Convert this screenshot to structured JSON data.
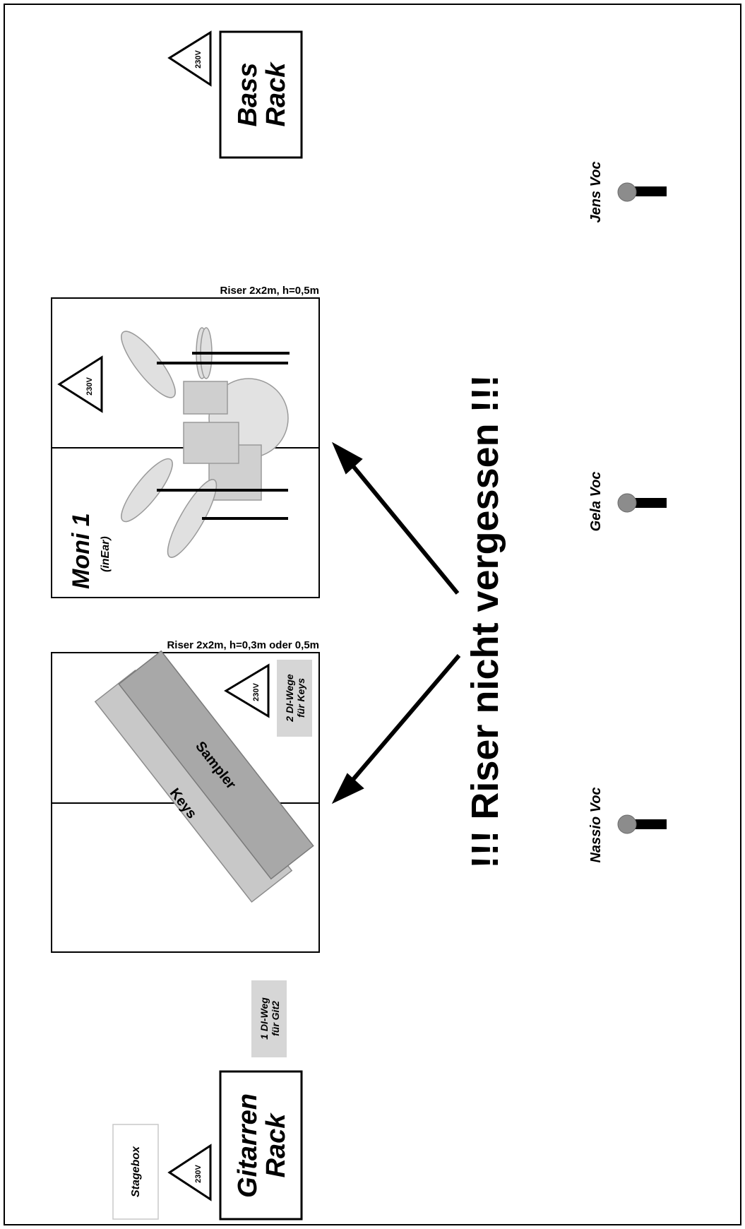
{
  "racks": {
    "bass": {
      "line1": "Bass",
      "line2": "Rack"
    },
    "guitar": {
      "line1": "Gitarren",
      "line2": "Rack"
    }
  },
  "power_label": "230V",
  "stagebox_label": "Stagebox",
  "di_git": {
    "line1": "1 DI-Weg",
    "line2": "für Git2"
  },
  "di_keys": {
    "line1": "2 DI-Wege",
    "line2": "für Keys"
  },
  "risers": {
    "drum": {
      "caption": "Riser 2x2m, h=0,5m",
      "monitor_title": "Moni 1",
      "monitor_subtitle": "(inEar)"
    },
    "keys": {
      "caption": "Riser 2x2m, h=0,3m oder 0,5m",
      "keys_label": "Keys",
      "sampler_label": "Sampler"
    }
  },
  "warning": "!!! Riser nicht vergessen !!!",
  "vocals": {
    "jens": "Jens Voc",
    "gela": "Gela Voc",
    "nassio": "Nassio Voc"
  },
  "colors": {
    "line": "#000000",
    "drum_fill": "#d9d9d9",
    "drum_stroke": "#9a9a9a",
    "keys_fill": "#c8c8c8",
    "sampler_fill": "#a8a8a8",
    "di_fill": "#d6d6d6",
    "mic_head": "#8c8c8c"
  }
}
